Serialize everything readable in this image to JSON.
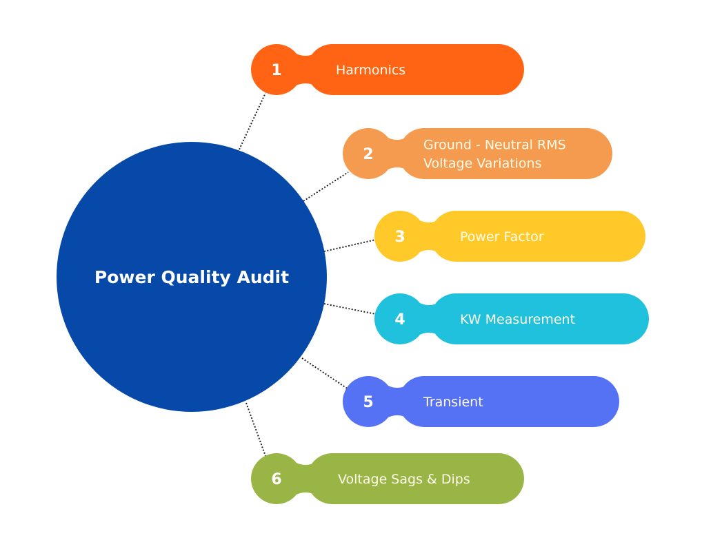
{
  "center": {
    "title": "Power Quality Audit",
    "color": "#0649A8"
  },
  "items": [
    {
      "number": "1",
      "lines": [
        "Harmonics"
      ],
      "color": "#FF6414"
    },
    {
      "number": "2",
      "lines": [
        "Ground - Neutral RMS",
        "Voltage Variations"
      ],
      "color": "#F49B4F"
    },
    {
      "number": "3",
      "lines": [
        "Power Factor"
      ],
      "color": "#FFC92A"
    },
    {
      "number": "4",
      "lines": [
        "KW Measurement"
      ],
      "color": "#1FC1DC"
    },
    {
      "number": "5",
      "lines": [
        "Transient"
      ],
      "color": "#5572F5"
    },
    {
      "number": "6",
      "lines": [
        "Voltage Sags & Dips"
      ],
      "color": "#99B546"
    }
  ]
}
